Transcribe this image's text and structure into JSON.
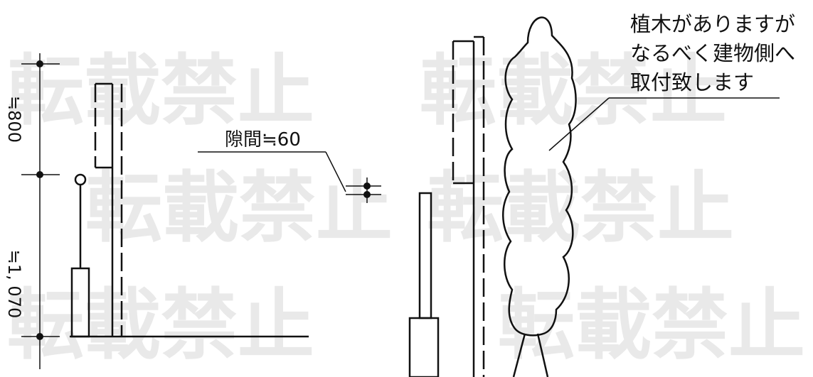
{
  "watermark": {
    "text": "転載禁止"
  },
  "dimensions": {
    "upper": "≒800",
    "lower": "≒1, 070"
  },
  "gap_label": "隙間≒60",
  "note": {
    "lines": [
      "植木がありますが",
      "なるべく建物側へ",
      "取付致します"
    ]
  }
}
